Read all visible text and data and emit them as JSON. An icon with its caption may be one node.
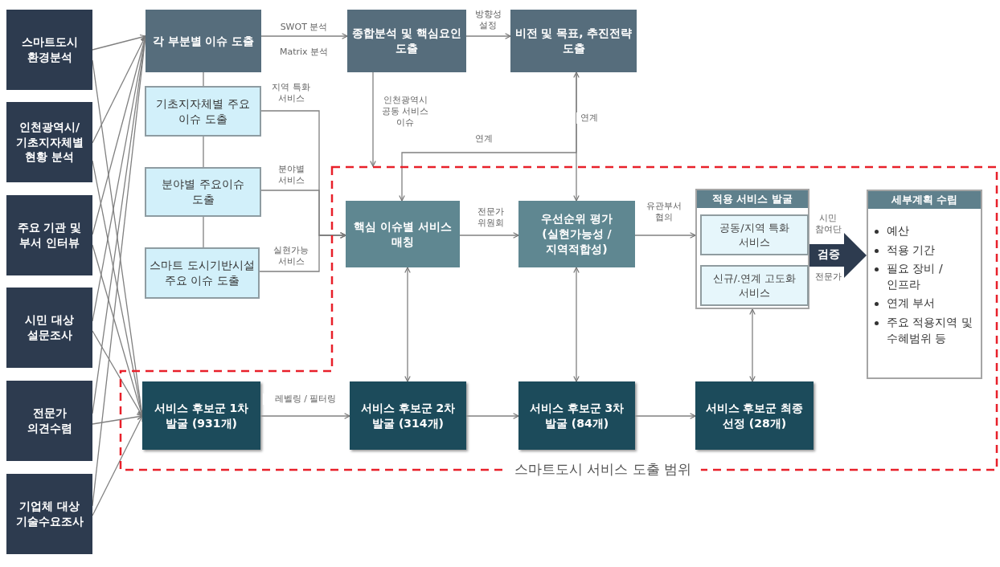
{
  "diagram": {
    "nodes": [
      {
        "text": [
          "스마트도시 환경분석"
        ]
      },
      {
        "text": [
          "인천광역시/ 기초지자체별 현황 분석"
        ]
      },
      {
        "text": [
          "주요 기관 및 부서 인터뷰"
        ]
      },
      {
        "text": [
          "시민 대상 설문조사"
        ]
      },
      {
        "text": [
          "전문가 의견수렴"
        ]
      },
      {
        "text": [
          "기업체 대상 기술수요조사"
        ]
      },
      {
        "text": [
          "각 부분별 이슈 도출"
        ]
      },
      {
        "text": [
          "기초지자체별 주요 이슈 도출"
        ]
      },
      {
        "text": [
          "분야별 주요이슈 도출"
        ]
      },
      {
        "text": [
          "스마트 도시기반시설 주요 이슈 도출"
        ]
      },
      {
        "text": [
          "종합분석 및 핵심요인 도출"
        ]
      },
      {
        "text": [
          "비전 및 목표, 추진전략 도출"
        ]
      },
      {
        "text": [
          "핵심 이슈별 서비스 매칭"
        ]
      },
      {
        "text": [
          "우선순위 평가 (실현가능성 /지역적합성)"
        ]
      },
      {
        "text": [
          "적용 서비스 발굴"
        ]
      },
      {
        "text": [
          "공동/지역 특화 서비스"
        ],
        "in": 14
      },
      {
        "text": [
          "신규/.연계 고도화 서비스"
        ],
        "in": 14
      },
      {
        "text": [
          "세부계획 수립",
          "예산",
          "적용 기간",
          "필요 장비 /인프라",
          "연계 부서",
          "주요 적용지역 및 수혜범위 등"
        ]
      },
      {
        "text": [
          "서비스 후보군 1차 발굴 (931개)"
        ]
      },
      {
        "text": [
          "서비스 후보군 2차 발굴 (314개)"
        ]
      },
      {
        "text": [
          "서비스 후보군 3차 발굴 (84개)"
        ]
      },
      {
        "text": [
          "서비스 후보군 최종 선정 (28개)"
        ]
      }
    ],
    "edges": [
      {
        "from": 0,
        "to": 6,
        "arrow": "to"
      },
      {
        "from": 1,
        "to": 6,
        "arrow": "to"
      },
      {
        "from": 2,
        "to": 6,
        "arrow": "to"
      },
      {
        "from": 3,
        "to": 6,
        "arrow": "to"
      },
      {
        "from": 4,
        "to": 6,
        "arrow": "to"
      },
      {
        "from": 5,
        "to": 6,
        "arrow": "to"
      },
      {
        "from": 0,
        "to": 18,
        "arrow": "to"
      },
      {
        "from": 1,
        "to": 18,
        "arrow": "to"
      },
      {
        "from": 2,
        "to": 18,
        "arrow": "to"
      },
      {
        "from": 3,
        "to": 18,
        "arrow": "to"
      },
      {
        "from": 4,
        "to": 18,
        "arrow": "to"
      },
      {
        "from": 5,
        "to": 18,
        "arrow": "to"
      },
      {
        "from": 6,
        "to": 10,
        "arrow": "to",
        "label": "SWOT 분석"
      },
      {
        "from": 10,
        "to": 11,
        "arrow": "to",
        "label": "방향성 설정"
      },
      {
        "from": 6,
        "to": 7,
        "arrow": "none"
      },
      {
        "from": 7,
        "to": 8,
        "arrow": "none"
      },
      {
        "from": 8,
        "to": 9,
        "arrow": "none"
      },
      {
        "from": 7,
        "to": 12,
        "arrow": "to",
        "label": "지역 특화 서비스"
      },
      {
        "from": 8,
        "to": 12,
        "arrow": "to",
        "label": "분야별 서비스"
      },
      {
        "from": 9,
        "to": 12,
        "arrow": "to",
        "label": "실현가능 서비스"
      },
      {
        "from": 10,
        "to": null,
        "arrow": "to",
        "label": "인천광역시 공동 서비스 이슈"
      },
      {
        "from": 11,
        "to": 13,
        "arrow": "both",
        "label": "연계"
      },
      {
        "from": 11,
        "to": 12,
        "arrow": "to",
        "label": "연계"
      },
      {
        "from": 12,
        "to": 13,
        "arrow": "to",
        "label": "전문가 위원회"
      },
      {
        "from": 13,
        "to": 14,
        "arrow": "to",
        "label": "유관부서 협의"
      },
      {
        "from": 14,
        "to": 17,
        "arrow": "to",
        "label": "검증",
        "style": "thick"
      },
      {
        "from": 12,
        "to": 19,
        "arrow": "both"
      },
      {
        "from": 13,
        "to": 20,
        "arrow": "both"
      },
      {
        "from": 14,
        "to": 21,
        "arrow": "both"
      },
      {
        "from": 18,
        "to": 19,
        "arrow": "to",
        "label": "레벨링 / 필터링"
      },
      {
        "from": 19,
        "to": 20,
        "arrow": "to"
      },
      {
        "from": 20,
        "to": 21,
        "arrow": "to"
      }
    ],
    "labels": [
      "Matrix 분석",
      "시민 참여단",
      "전문가",
      "스마트도시 서비스 도출 범위"
    ]
  }
}
